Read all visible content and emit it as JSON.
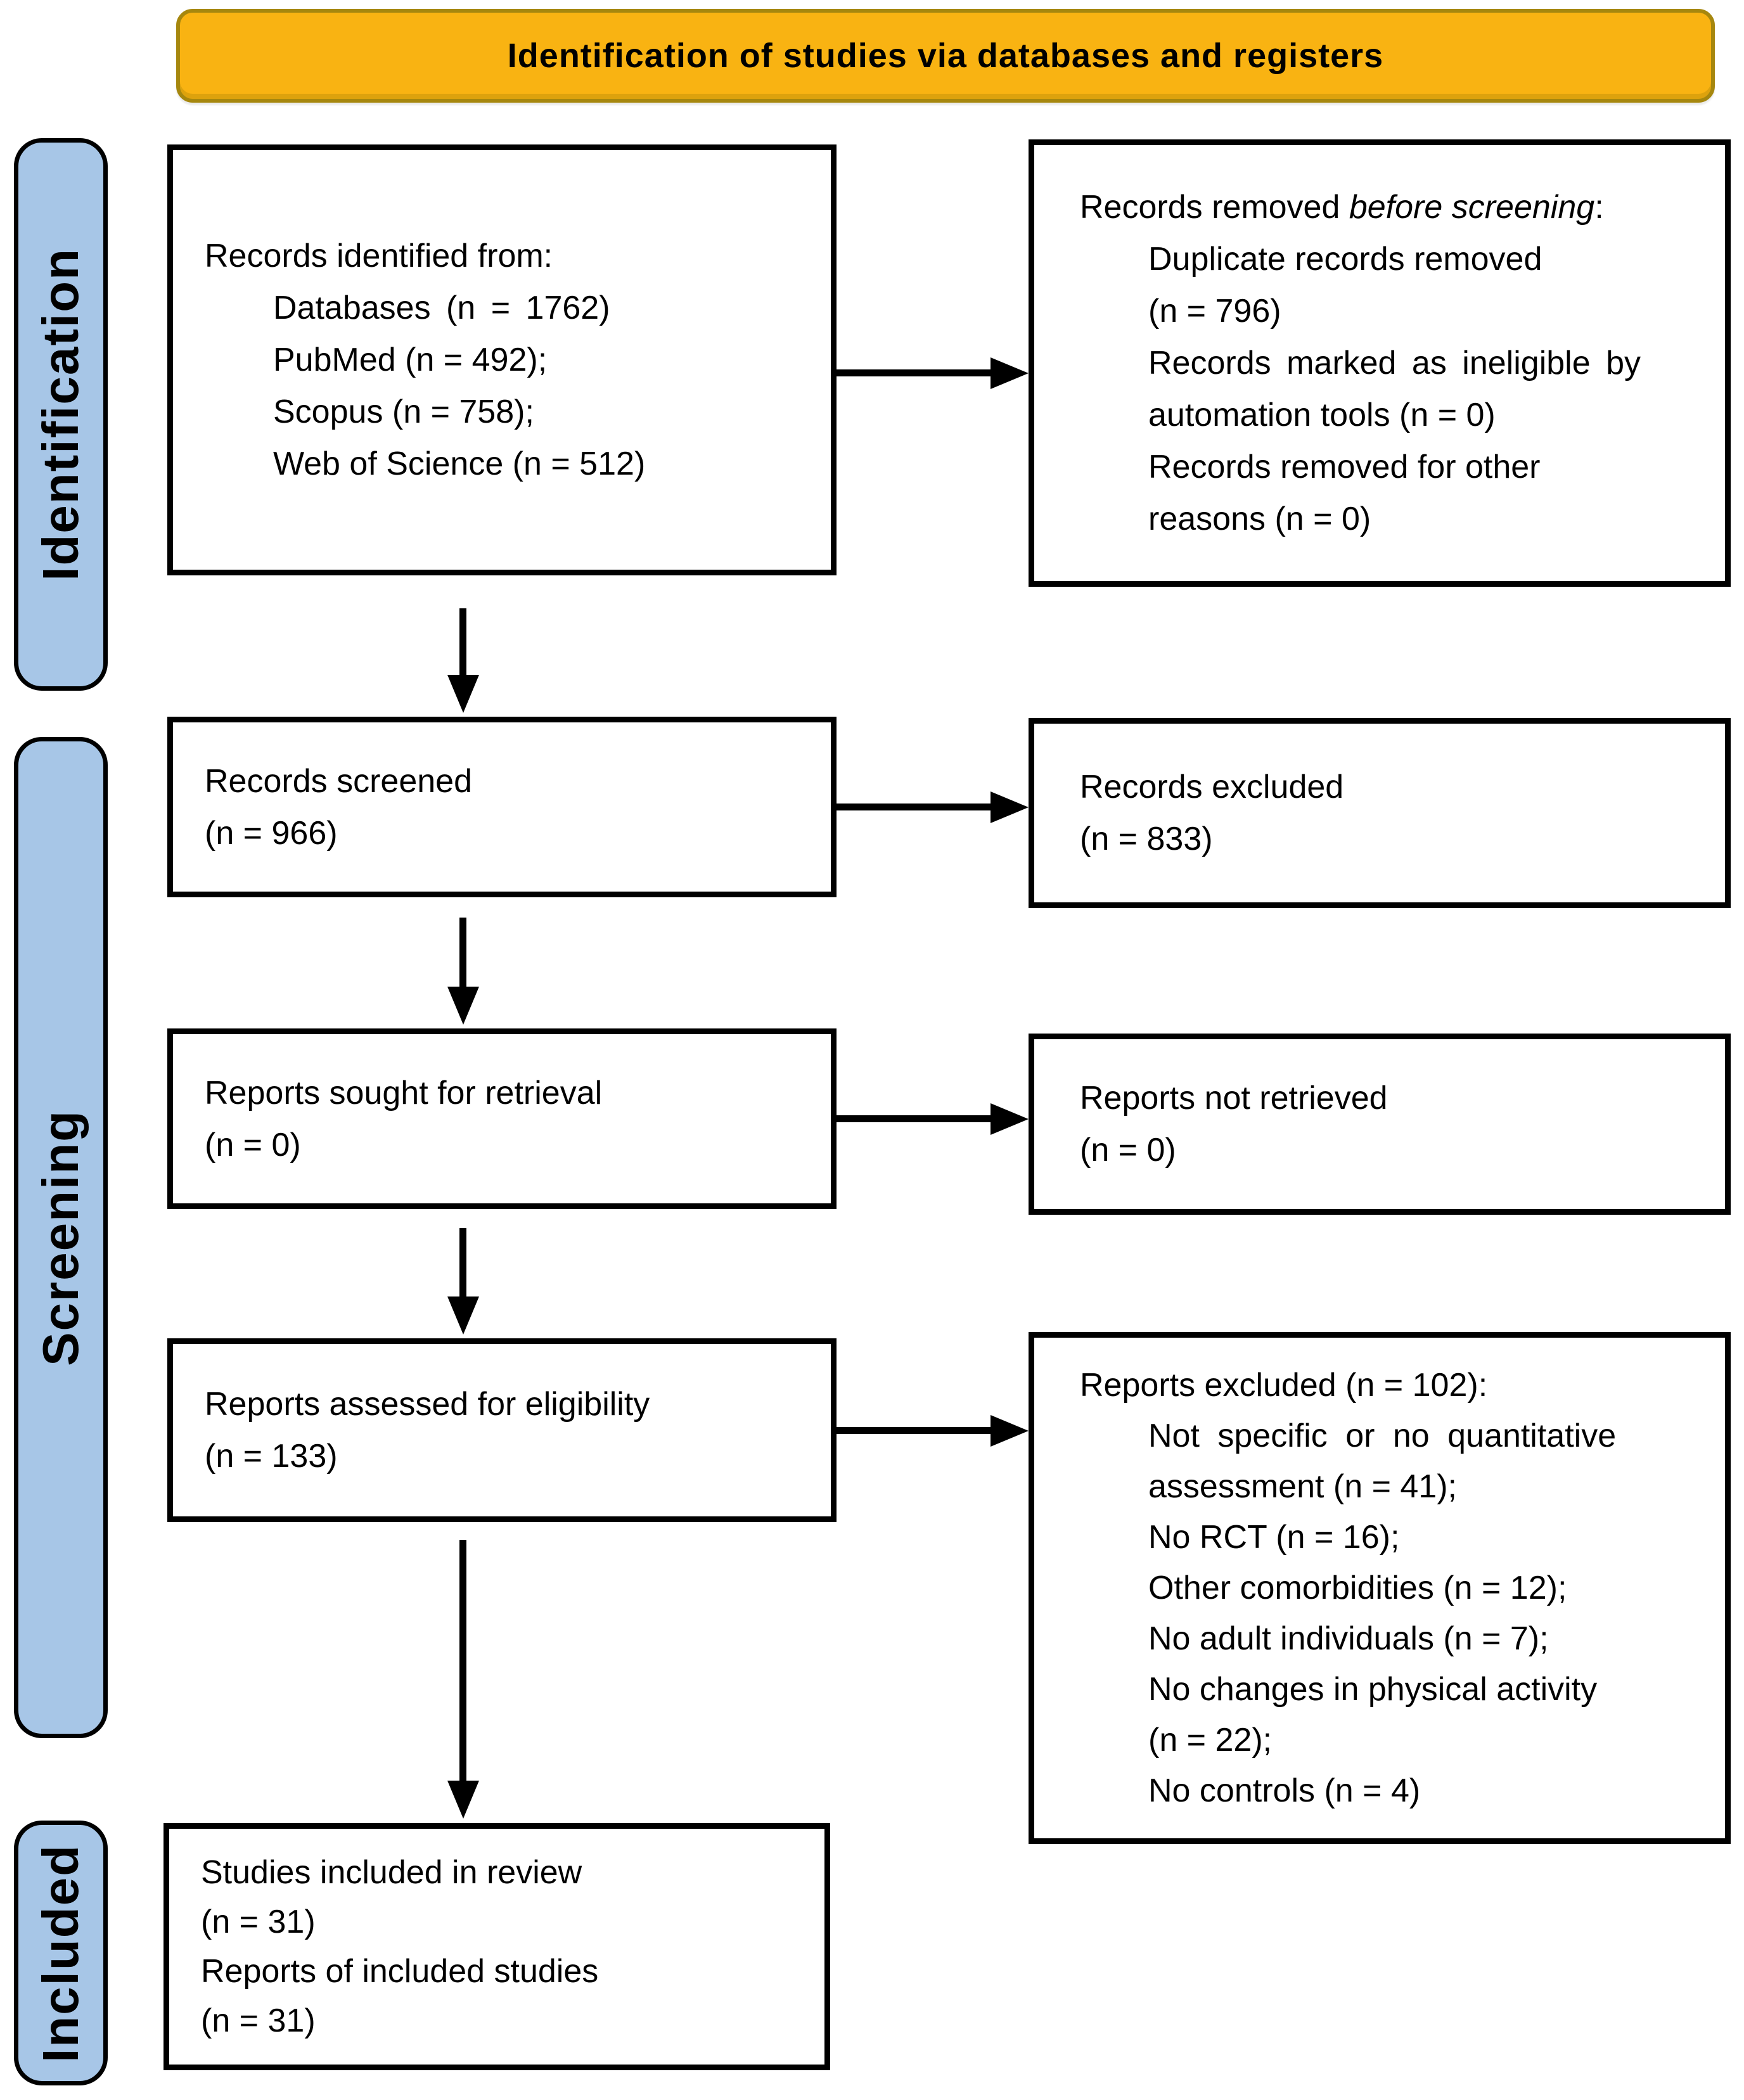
{
  "figure": {
    "banner_title": "Identification of studies via databases and registers"
  },
  "colors": {
    "banner_fill": "#F9B312",
    "banner_border": "#A6870E",
    "stage_fill": "#A7C6E7",
    "box_border": "#000000",
    "arrow": "#000000"
  },
  "stages": {
    "identification": "Identification",
    "screening": "Screening",
    "included": "Included"
  },
  "boxes": {
    "identified": {
      "title": "Records identified from:",
      "items": [
        "Databases (n = 1762)",
        "PubMed (n = 492);",
        "Scopus (n = 758);",
        "Web of Science (n = 512)"
      ]
    },
    "removed_before_screening": {
      "title_prefix": "Records removed ",
      "title_italic": "before screening",
      "title_suffix": ":",
      "items": [
        "Duplicate records removed",
        "(n = 796)",
        "Records marked as ineligible by",
        "automation tools (n = 0)",
        "Records removed for other",
        "reasons (n = 0)"
      ]
    },
    "screened": {
      "lines": [
        "Records screened",
        "(n = 966)"
      ]
    },
    "records_excluded": {
      "lines": [
        "Records excluded",
        "(n = 833)"
      ]
    },
    "sought": {
      "lines": [
        "Reports sought for retrieval",
        "(n = 0)"
      ]
    },
    "not_retrieved": {
      "lines": [
        "Reports not retrieved",
        "(n = 0)"
      ]
    },
    "assessed": {
      "lines": [
        "Reports assessed for eligibility",
        "(n = 133)"
      ]
    },
    "reports_excluded": {
      "title": "Reports excluded (n = 102):",
      "items": [
        "Not specific or no quantitative",
        "assessment (n = 41);",
        "No RCT (n = 16);",
        "Other comorbidities (n = 12);",
        "No adult individuals (n = 7);",
        "No changes in physical activity",
        "(n = 22);",
        "No controls (n = 4)"
      ]
    },
    "included_studies": {
      "lines": [
        "Studies included in review",
        "(n = 31)",
        "Reports of included studies",
        "(n = 31)"
      ]
    }
  }
}
